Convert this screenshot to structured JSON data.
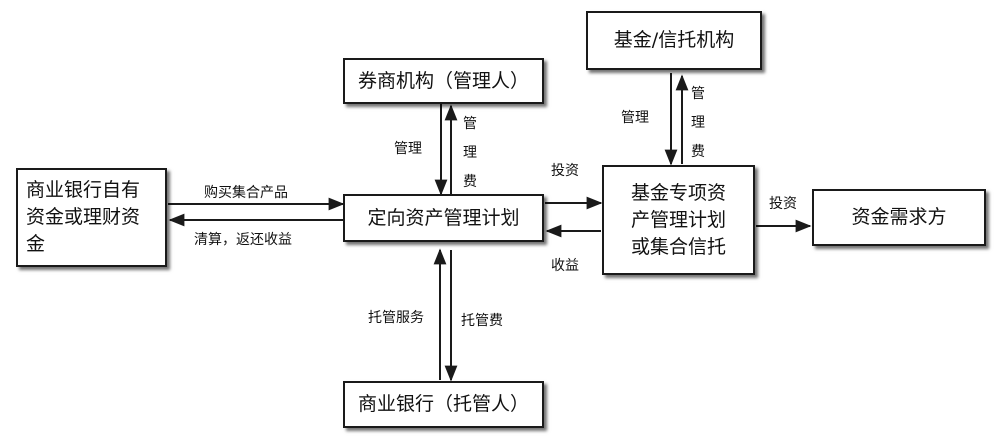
{
  "nodes": {
    "bank_own_funds": "商业银行自有\n资金或理财资\n金",
    "plan": "定向资产管理计划",
    "broker": "券商机构（管理人）",
    "custodian": "商业银行（托管人）",
    "fund_trust_plan": "基金专项资\n产管理计划\n或集合信托",
    "fund_trust_org": "基金/信托机构",
    "demand": "资金需求方"
  },
  "edge_labels": {
    "buy": "购买集合产品",
    "settle": "清算，返还收益",
    "broker_manage": "管理",
    "broker_fee": [
      "管",
      "理",
      "费"
    ],
    "custody_service": "托管服务",
    "custody_fee": "托管费",
    "invest_1": "投资",
    "income": "收益",
    "fund_manage": "管理",
    "fund_fee": [
      "管",
      "理",
      "费"
    ],
    "invest_2": "投资"
  },
  "colors": {
    "stroke": "#1a1a1a",
    "text": "#111111"
  }
}
